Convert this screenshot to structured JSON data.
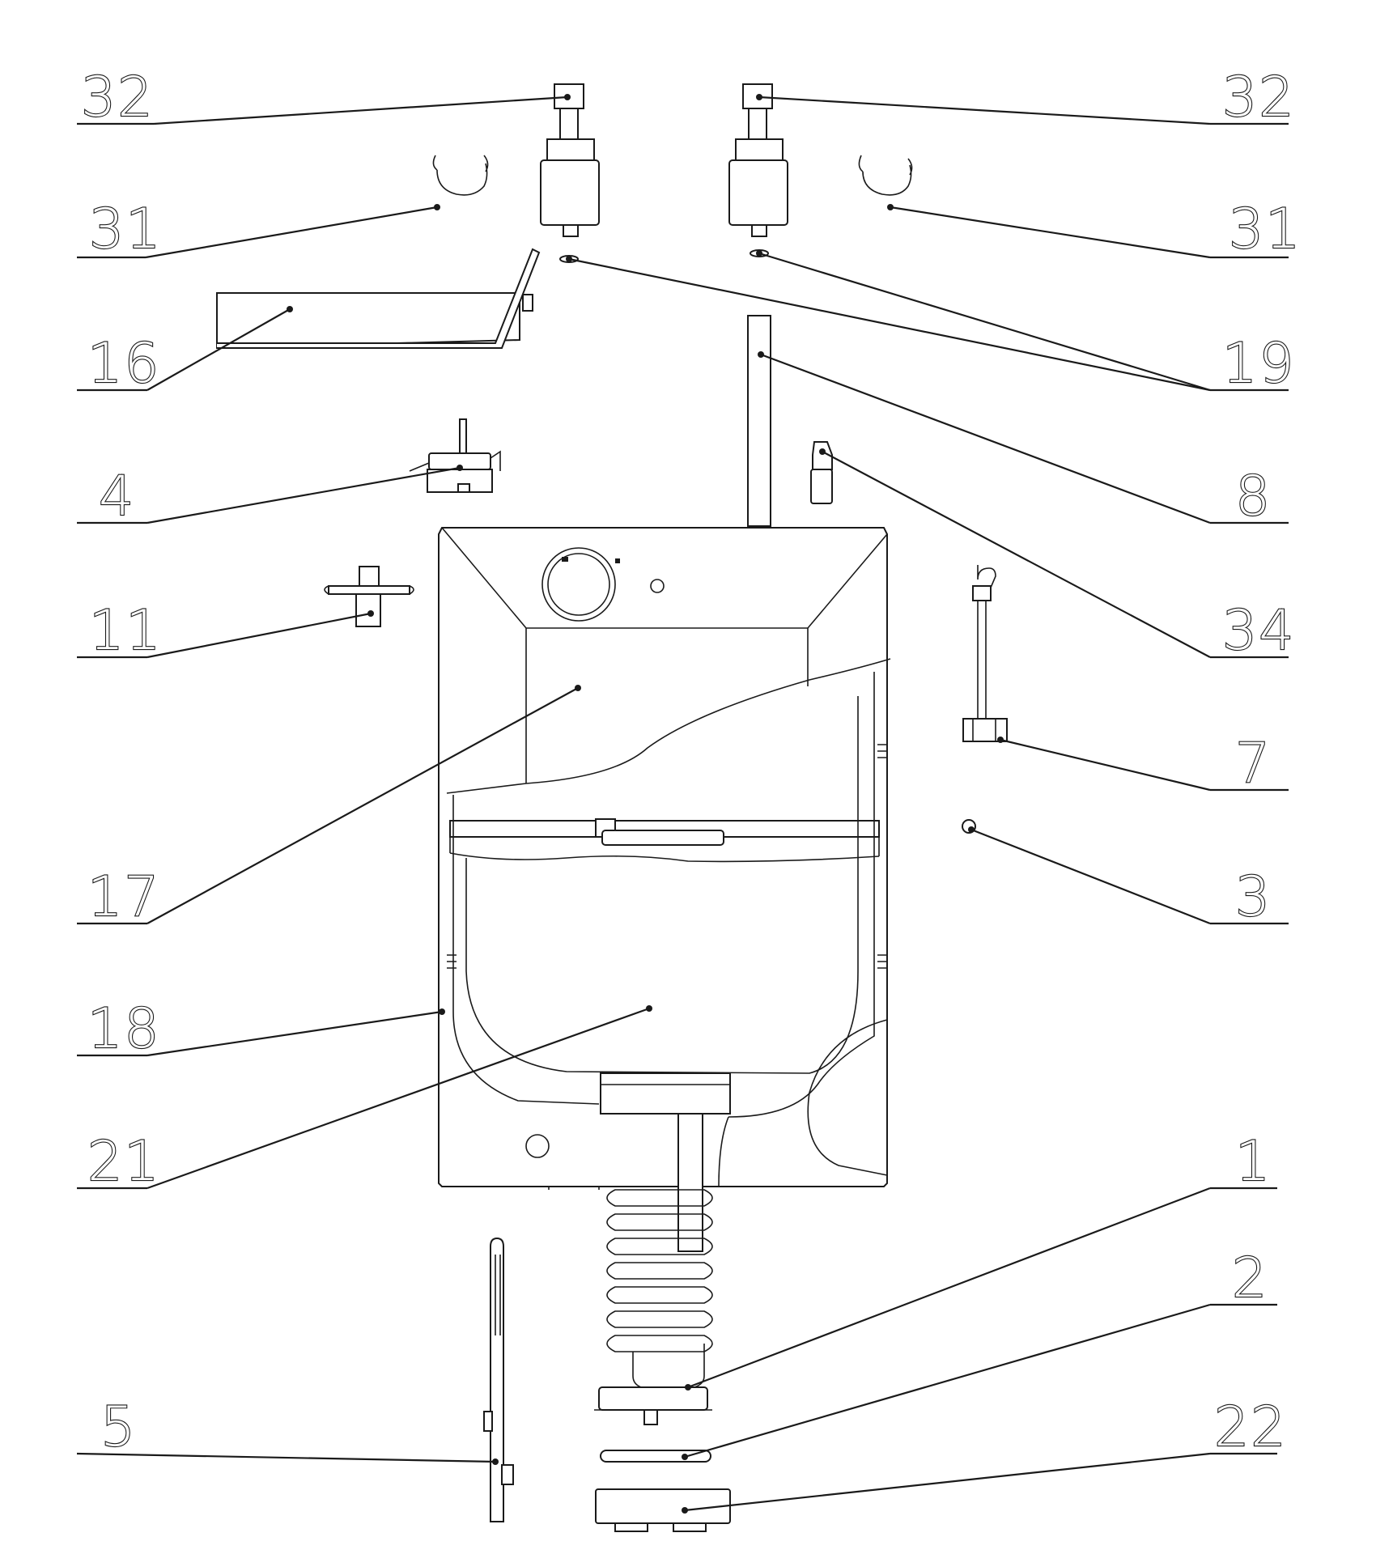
{
  "diagram": {
    "type": "exploded-parts-view",
    "callouts": [
      {
        "id": "c32l",
        "label": "32"
      },
      {
        "id": "c32r",
        "label": "32"
      },
      {
        "id": "c31l",
        "label": "31"
      },
      {
        "id": "c31r",
        "label": "31"
      },
      {
        "id": "c16",
        "label": "16"
      },
      {
        "id": "c19",
        "label": "19"
      },
      {
        "id": "c4",
        "label": "4"
      },
      {
        "id": "c8",
        "label": "8"
      },
      {
        "id": "c11",
        "label": "11"
      },
      {
        "id": "c34",
        "label": "34"
      },
      {
        "id": "c7",
        "label": "7"
      },
      {
        "id": "c17",
        "label": "17"
      },
      {
        "id": "c3",
        "label": "3"
      },
      {
        "id": "c18",
        "label": "18"
      },
      {
        "id": "c21",
        "label": "21"
      },
      {
        "id": "c1",
        "label": "1"
      },
      {
        "id": "c2",
        "label": "2"
      },
      {
        "id": "c5",
        "label": "5"
      },
      {
        "id": "c22",
        "label": "22"
      }
    ],
    "line_color": "#1a1a1a",
    "background": "#ffffff"
  }
}
